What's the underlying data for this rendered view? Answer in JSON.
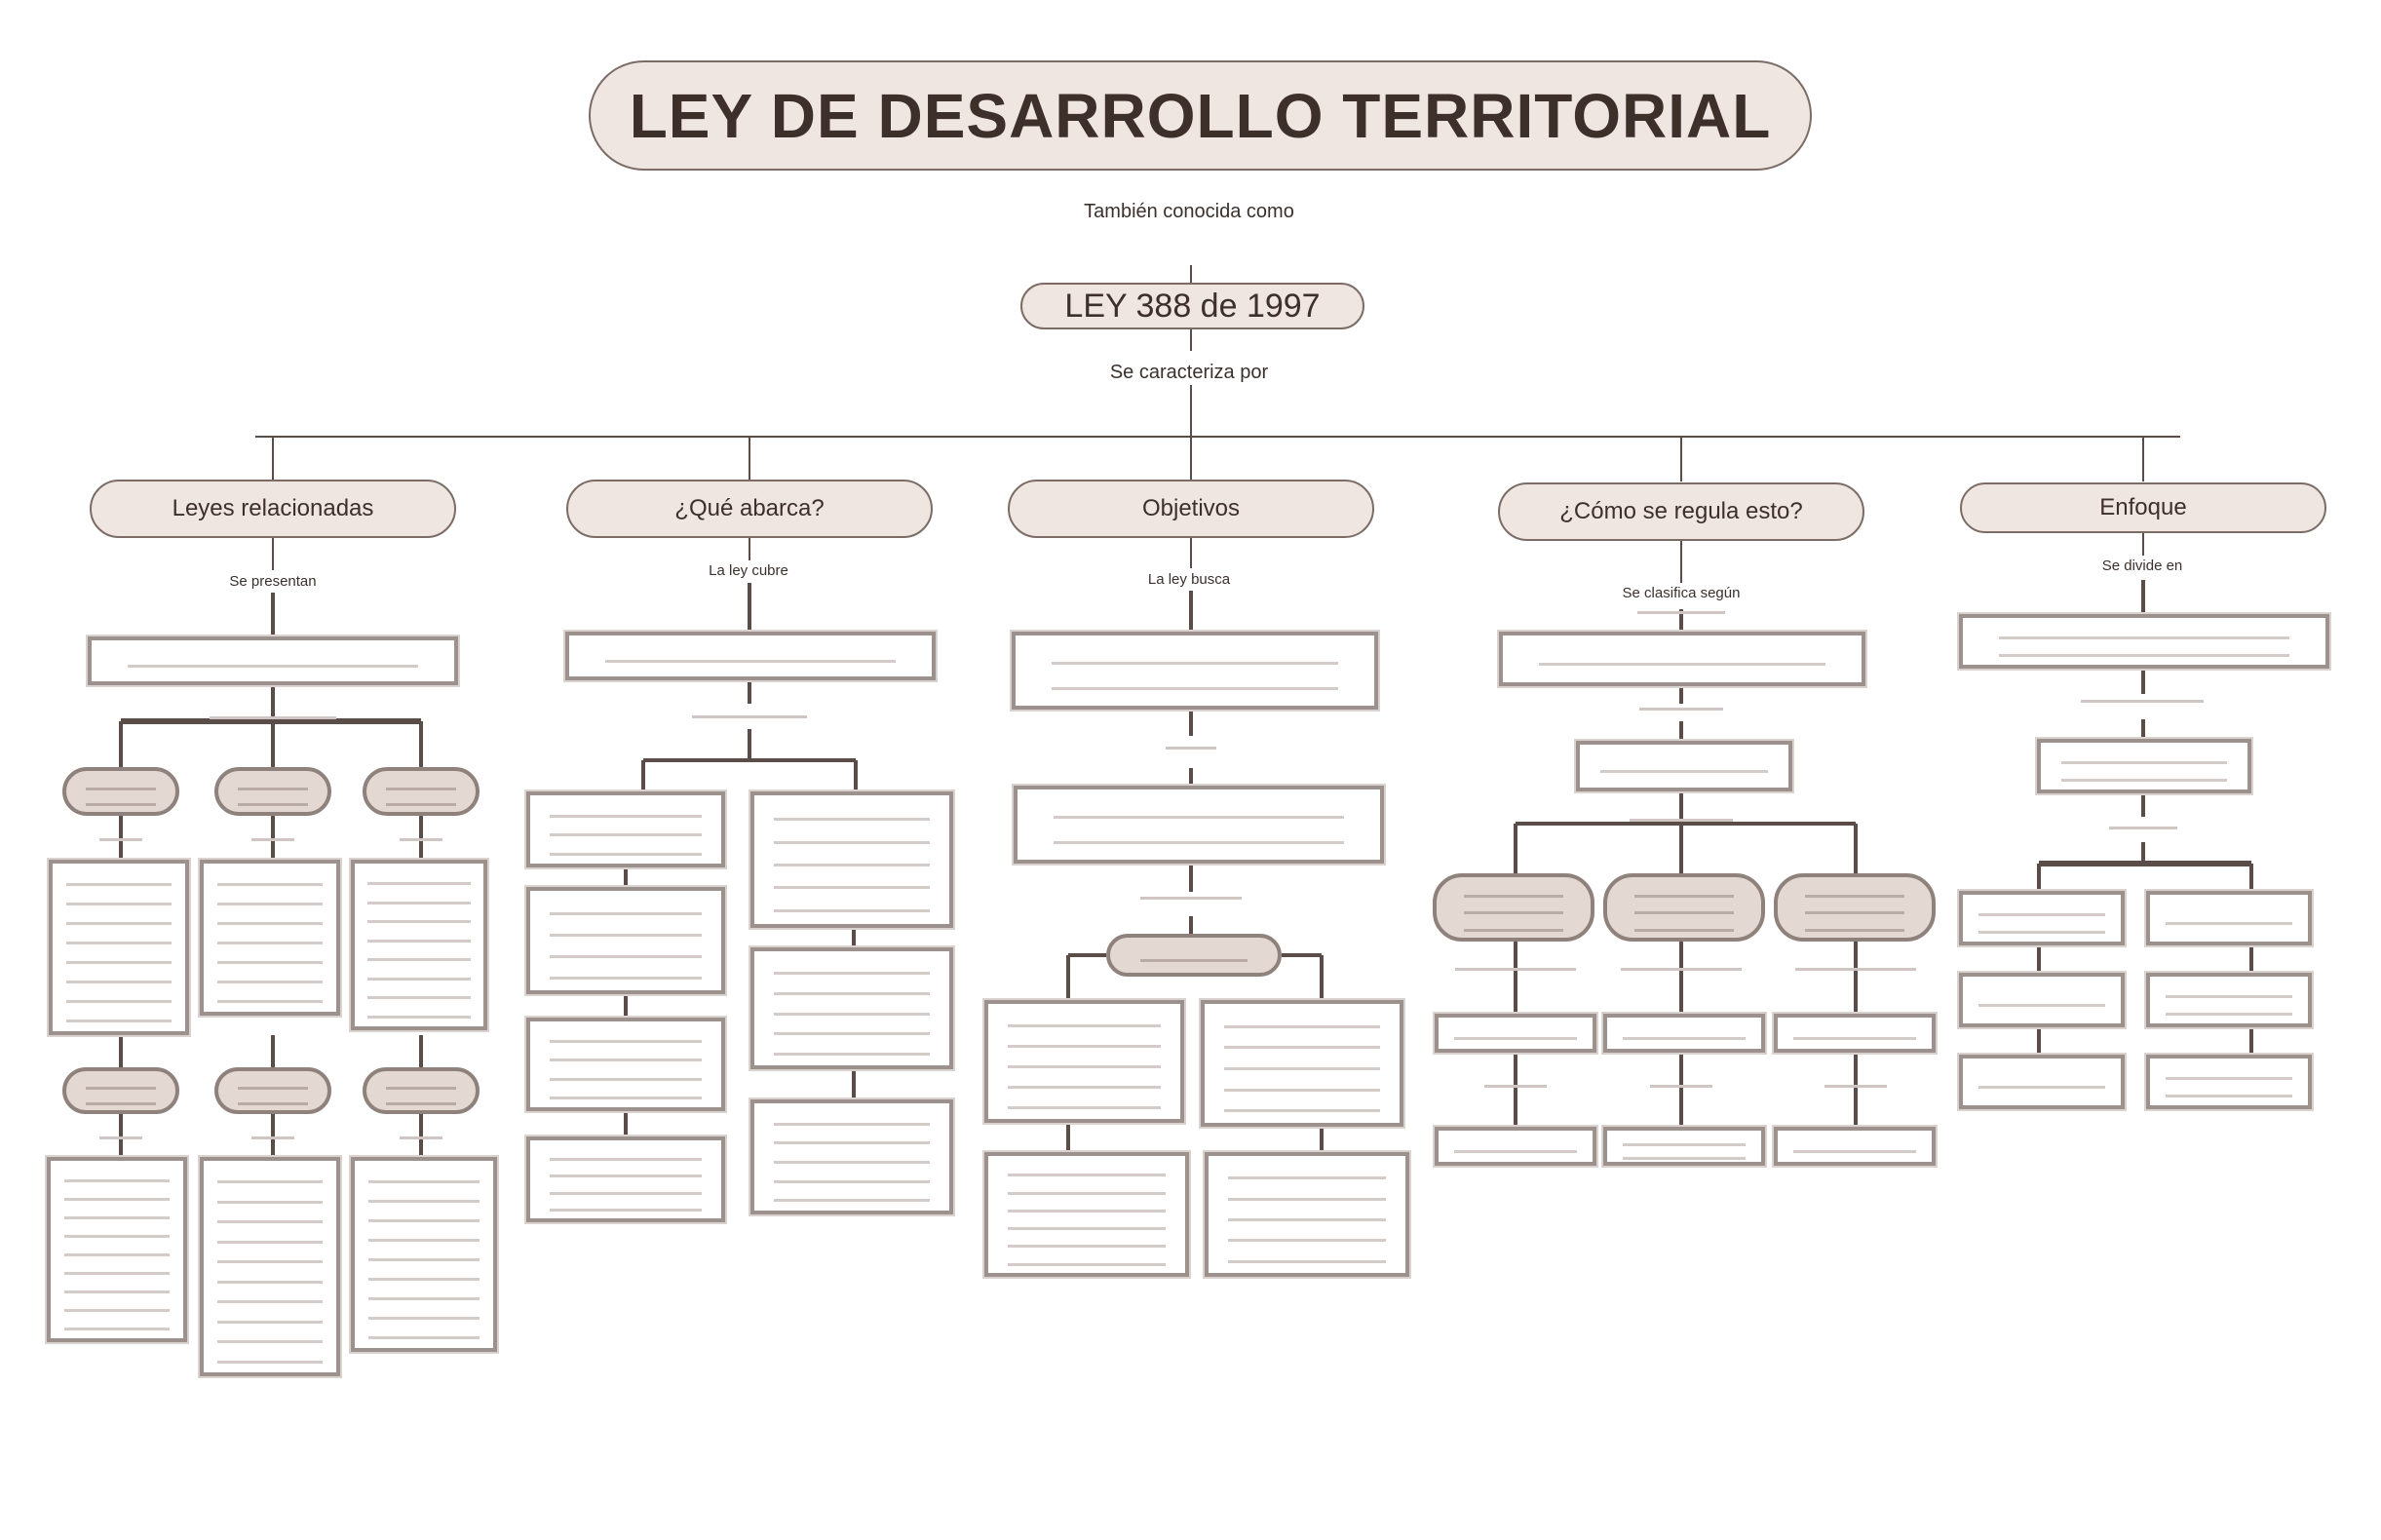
{
  "title": "LEY DE DESARROLLO TERRITORIAL",
  "also_known_as": "También conocida como",
  "law_name": "LEY 388 de 1997",
  "characterized_by": "Se caracteriza por",
  "branches": [
    {
      "label": "Leyes relacionadas",
      "connector": "Se presentan"
    },
    {
      "label": "¿Qué abarca?",
      "connector": "La ley cubre"
    },
    {
      "label": "Objetivos",
      "connector": "La ley busca"
    },
    {
      "label": "¿Cómo se regula esto?",
      "connector": "Se clasifica según"
    },
    {
      "label": "Enfoque",
      "connector": "Se divide en"
    }
  ],
  "colors": {
    "pill_fill": "#efe6e1",
    "pill_border": "#7c6c66",
    "node_fill": "#e4d8d3",
    "box_border": "#9c918d",
    "line": "#5a4c47",
    "text": "#3d2f2a"
  }
}
